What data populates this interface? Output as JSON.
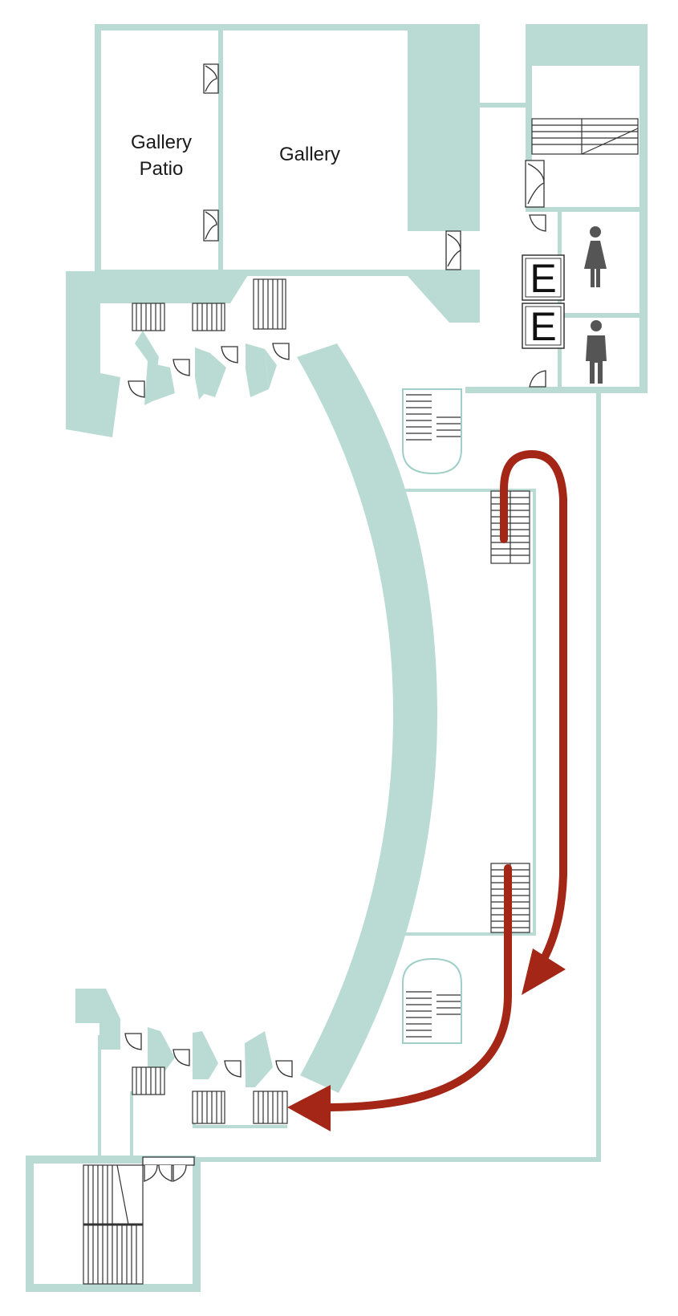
{
  "rooms": {
    "gallery_patio_line1": "Gallery",
    "gallery_patio_line2": "Patio",
    "gallery": "Gallery"
  },
  "elevator": {
    "top_letter": "E",
    "bottom_letter": "E"
  },
  "icons": {
    "restroom_women": "women-restroom-icon",
    "restroom_men": "men-restroom-icon",
    "route_arrow": "route-arrow"
  },
  "colors": {
    "wall": "#b9dbd4",
    "route": "#a32616",
    "background": "#ffffff",
    "restroom_figure": "#555555"
  }
}
